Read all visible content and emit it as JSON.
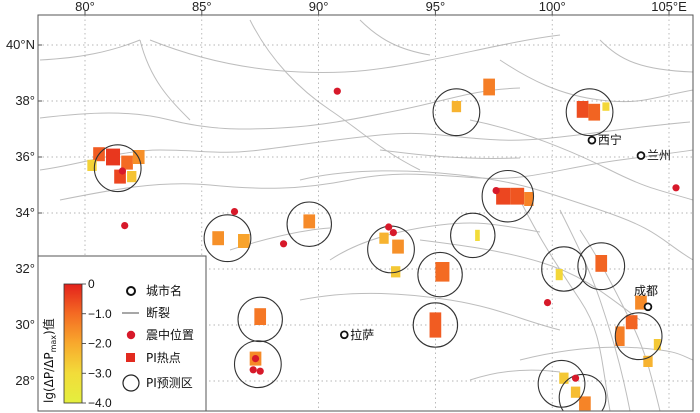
{
  "map": {
    "x_ticks": [
      {
        "lon": 80,
        "label": "80°"
      },
      {
        "lon": 85,
        "label": "85°"
      },
      {
        "lon": 90,
        "label": "90°"
      },
      {
        "lon": 95,
        "label": "95°"
      },
      {
        "lon": 100,
        "label": "100°"
      },
      {
        "lon": 105,
        "label": "105°E"
      }
    ],
    "y_ticks": [
      {
        "lat": 40,
        "label": "40°N"
      },
      {
        "lat": 38,
        "label": "38°"
      },
      {
        "lat": 36,
        "label": "36°"
      },
      {
        "lat": 34,
        "label": "34°"
      },
      {
        "lat": 32,
        "label": "32°"
      },
      {
        "lat": 30,
        "label": "30°"
      },
      {
        "lat": 28,
        "label": "28°"
      }
    ],
    "lon_range": [
      77.5,
      105.8
    ],
    "lat_range": [
      26.9,
      41.3
    ],
    "cities": [
      {
        "name": "西宁",
        "lon": 101.7,
        "lat": 36.6
      },
      {
        "name": "兰州",
        "lon": 103.8,
        "lat": 36.05
      },
      {
        "name": "成都",
        "lon": 104.1,
        "lat": 30.65
      },
      {
        "name": "拉萨",
        "lon": 91.1,
        "lat": 29.65
      }
    ],
    "epicenters": [
      {
        "lon": 81.6,
        "lat": 35.5
      },
      {
        "lon": 81.7,
        "lat": 33.55
      },
      {
        "lon": 86.4,
        "lat": 34.05
      },
      {
        "lon": 88.5,
        "lat": 32.9
      },
      {
        "lon": 90.8,
        "lat": 38.35
      },
      {
        "lon": 93.0,
        "lat": 33.5
      },
      {
        "lon": 93.2,
        "lat": 33.3
      },
      {
        "lon": 97.6,
        "lat": 34.8
      },
      {
        "lon": 99.8,
        "lat": 30.8
      },
      {
        "lon": 101.0,
        "lat": 28.1
      },
      {
        "lon": 105.3,
        "lat": 34.9
      },
      {
        "lon": 87.3,
        "lat": 28.8
      },
      {
        "lon": 87.2,
        "lat": 28.4
      },
      {
        "lon": 87.5,
        "lat": 28.35
      }
    ],
    "pi_regions": [
      {
        "lon": 81.4,
        "lat": 35.6,
        "r": 1.0
      },
      {
        "lon": 86.1,
        "lat": 33.1,
        "r": 1.0
      },
      {
        "lon": 89.6,
        "lat": 33.6,
        "r": 0.95
      },
      {
        "lon": 87.5,
        "lat": 30.2,
        "r": 0.95
      },
      {
        "lon": 87.4,
        "lat": 28.6,
        "r": 1.0
      },
      {
        "lon": 93.1,
        "lat": 32.7,
        "r": 1.0
      },
      {
        "lon": 95.9,
        "lat": 37.6,
        "r": 1.0
      },
      {
        "lon": 95.2,
        "lat": 31.8,
        "r": 0.95
      },
      {
        "lon": 95.0,
        "lat": 30.0,
        "r": 0.95
      },
      {
        "lon": 96.6,
        "lat": 33.2,
        "r": 0.95
      },
      {
        "lon": 98.1,
        "lat": 34.6,
        "r": 1.1
      },
      {
        "lon": 101.6,
        "lat": 37.6,
        "r": 1.0
      },
      {
        "lon": 100.5,
        "lat": 32.0,
        "r": 0.95
      },
      {
        "lon": 102.1,
        "lat": 32.1,
        "r": 1.0
      },
      {
        "lon": 103.7,
        "lat": 29.6,
        "r": 1.0
      },
      {
        "lon": 100.4,
        "lat": 27.9,
        "r": 1.0
      },
      {
        "lon": 101.3,
        "lat": 27.4,
        "r": 1.0
      }
    ],
    "hotspots": [
      {
        "lon": 80.6,
        "lat": 36.1,
        "w": 0.5,
        "h": 0.5,
        "v": -0.8
      },
      {
        "lon": 81.2,
        "lat": 36.0,
        "w": 0.6,
        "h": 0.6,
        "v": -0.3
      },
      {
        "lon": 81.8,
        "lat": 35.8,
        "w": 0.5,
        "h": 0.5,
        "v": -1.0
      },
      {
        "lon": 81.5,
        "lat": 35.3,
        "w": 0.5,
        "h": 0.5,
        "v": -0.5
      },
      {
        "lon": 82.3,
        "lat": 36.0,
        "w": 0.5,
        "h": 0.5,
        "v": -1.6
      },
      {
        "lon": 80.3,
        "lat": 35.7,
        "w": 0.4,
        "h": 0.4,
        "v": -2.8
      },
      {
        "lon": 82.0,
        "lat": 35.3,
        "w": 0.4,
        "h": 0.4,
        "v": -2.5
      },
      {
        "lon": 85.7,
        "lat": 33.1,
        "w": 0.5,
        "h": 0.5,
        "v": -1.6
      },
      {
        "lon": 86.8,
        "lat": 33.0,
        "w": 0.5,
        "h": 0.5,
        "v": -1.9
      },
      {
        "lon": 89.6,
        "lat": 33.7,
        "w": 0.5,
        "h": 0.5,
        "v": -1.5
      },
      {
        "lon": 87.5,
        "lat": 30.3,
        "w": 0.5,
        "h": 0.6,
        "v": -1.2
      },
      {
        "lon": 87.3,
        "lat": 28.8,
        "w": 0.5,
        "h": 0.5,
        "v": -1.5
      },
      {
        "lon": 92.8,
        "lat": 33.1,
        "w": 0.4,
        "h": 0.4,
        "v": -2.2
      },
      {
        "lon": 93.4,
        "lat": 32.8,
        "w": 0.5,
        "h": 0.5,
        "v": -1.6
      },
      {
        "lon": 93.3,
        "lat": 31.9,
        "w": 0.4,
        "h": 0.4,
        "v": -2.6
      },
      {
        "lon": 95.9,
        "lat": 37.8,
        "w": 0.4,
        "h": 0.4,
        "v": -2.2
      },
      {
        "lon": 97.3,
        "lat": 38.5,
        "w": 0.5,
        "h": 0.6,
        "v": -1.3
      },
      {
        "lon": 95.3,
        "lat": 31.9,
        "w": 0.6,
        "h": 0.7,
        "v": -1.0
      },
      {
        "lon": 95.0,
        "lat": 30.0,
        "w": 0.5,
        "h": 0.9,
        "v": -0.8
      },
      {
        "lon": 96.8,
        "lat": 33.2,
        "w": 0.2,
        "h": 0.4,
        "v": -3.0
      },
      {
        "lon": 97.9,
        "lat": 34.6,
        "w": 0.6,
        "h": 0.6,
        "v": -0.5
      },
      {
        "lon": 98.5,
        "lat": 34.6,
        "w": 0.6,
        "h": 0.6,
        "v": -0.7
      },
      {
        "lon": 99.0,
        "lat": 34.5,
        "w": 0.4,
        "h": 0.5,
        "v": -1.4
      },
      {
        "lon": 101.3,
        "lat": 37.7,
        "w": 0.5,
        "h": 0.6,
        "v": -0.6
      },
      {
        "lon": 101.8,
        "lat": 37.6,
        "w": 0.5,
        "h": 0.6,
        "v": -0.9
      },
      {
        "lon": 102.3,
        "lat": 37.8,
        "w": 0.3,
        "h": 0.3,
        "v": -2.9
      },
      {
        "lon": 100.3,
        "lat": 31.8,
        "w": 0.3,
        "h": 0.4,
        "v": -2.9
      },
      {
        "lon": 102.1,
        "lat": 32.2,
        "w": 0.5,
        "h": 0.6,
        "v": -0.9
      },
      {
        "lon": 103.4,
        "lat": 30.1,
        "w": 0.5,
        "h": 0.5,
        "v": -0.9
      },
      {
        "lon": 102.9,
        "lat": 29.6,
        "w": 0.4,
        "h": 0.7,
        "v": -1.3
      },
      {
        "lon": 103.8,
        "lat": 30.8,
        "w": 0.5,
        "h": 0.5,
        "v": -1.5
      },
      {
        "lon": 104.5,
        "lat": 29.3,
        "w": 0.3,
        "h": 0.4,
        "v": -2.6
      },
      {
        "lon": 104.1,
        "lat": 28.7,
        "w": 0.4,
        "h": 0.4,
        "v": -2.2
      },
      {
        "lon": 100.5,
        "lat": 28.1,
        "w": 0.4,
        "h": 0.4,
        "v": -2.6
      },
      {
        "lon": 101.0,
        "lat": 27.6,
        "w": 0.4,
        "h": 0.4,
        "v": -2.4
      },
      {
        "lon": 101.4,
        "lat": 27.2,
        "w": 0.5,
        "h": 0.5,
        "v": -1.4
      }
    ]
  },
  "colorbar": {
    "title": "lg(ΔP/ΔP",
    "title_sub": "max",
    "title_end": ")值",
    "min": -4.0,
    "max": 0,
    "ticks": [
      {
        "value": 0,
        "label": "0"
      },
      {
        "value": -1.0,
        "label": "−1.0"
      },
      {
        "value": -2.0,
        "label": "−2.0"
      },
      {
        "value": -3.0,
        "label": "−3.0"
      },
      {
        "value": -4.0,
        "label": "−4.0"
      }
    ],
    "colors": [
      "#e3211c",
      "#f46b23",
      "#f8a92d",
      "#f2dc3a",
      "#e4ef3e"
    ]
  },
  "legend": {
    "items": [
      {
        "symbol": "city",
        "label": "城市名"
      },
      {
        "symbol": "fault",
        "label": "断裂"
      },
      {
        "symbol": "epicenter",
        "label": "震中位置"
      },
      {
        "symbol": "hotspot",
        "label": "PI热点"
      },
      {
        "symbol": "region",
        "label": "PI预测区"
      }
    ]
  },
  "colors": {
    "fault": "#bdbdbd",
    "grid": "#9e9e9e",
    "epicenter": "#d7192a",
    "hotspot": "#e22a1f",
    "region": "#333333"
  }
}
